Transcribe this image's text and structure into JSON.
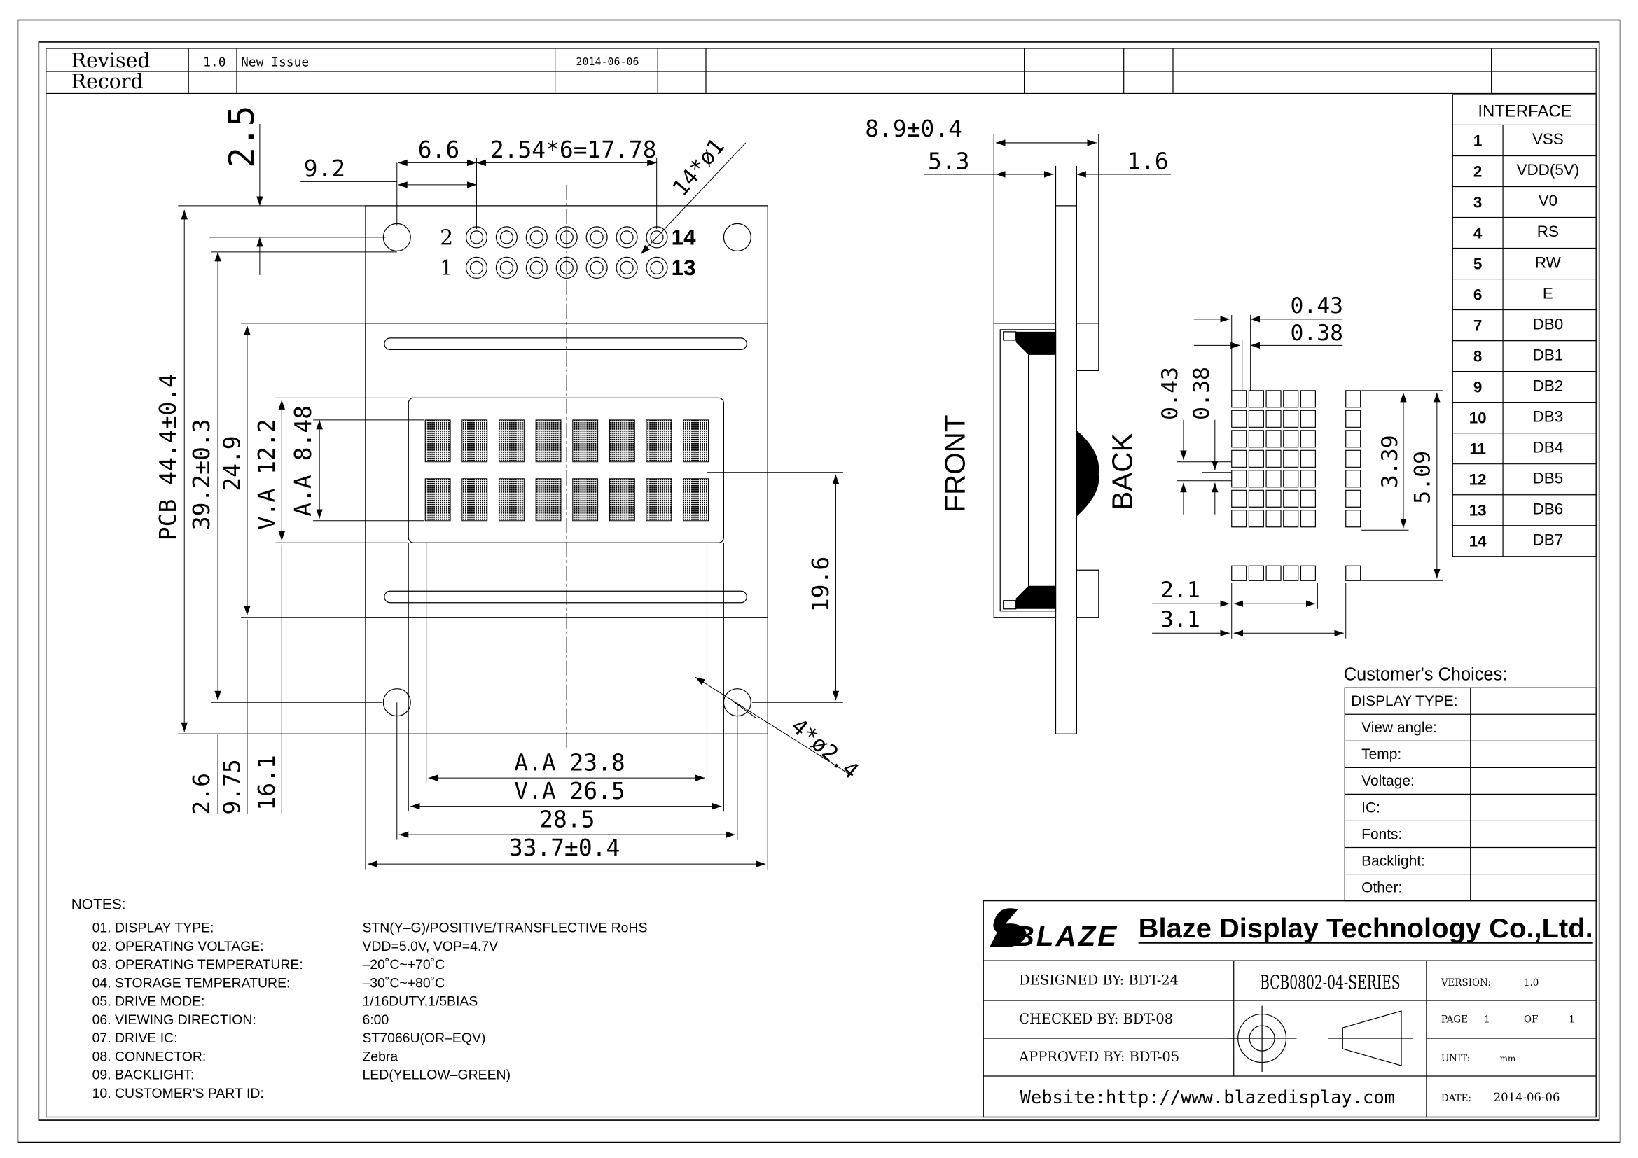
{
  "revision": {
    "heading": "Revised Record",
    "heading_line1": "Revised",
    "heading_line2": "Record",
    "version": "1.0",
    "description": "New Issue",
    "date": "2014-06-06"
  },
  "front_view": {
    "dims": {
      "top_offset": "2.5",
      "pin_offset": "9.2",
      "pin1_offset": "6.6",
      "pin_pitch": "2.54*6=17.78",
      "pin_hole": "14*ø1",
      "pcb_height": "PCB 44.4±0.4",
      "hole_pitch_v": "39.2±0.3",
      "va_height_outer": "24.9",
      "va_height": "V.A  12.2",
      "aa_height": "A.A  8.48",
      "aa_to_hole": "19.6",
      "bottom_26": "2.6",
      "bottom_975": "9.75",
      "bottom_161": "16.1",
      "mount_hole": "4*ø2.4",
      "aa_width": "A.A 23.8",
      "va_width": "V.A 26.5",
      "bezel_width": "28.5",
      "pcb_width": "33.7±0.4"
    },
    "pins": {
      "top_left": "2",
      "top_right": "14",
      "bottom_left": "1",
      "bottom_right": "13"
    },
    "display": {
      "characters_per_line": 8,
      "lines": 2
    }
  },
  "side_view": {
    "dims": {
      "overall_thickness": "8.9±0.4",
      "thickness_5_3": "5.3",
      "pcb_thickness": "1.6"
    },
    "front_label": "FRONT",
    "back_label": "BACK"
  },
  "char_detail": {
    "dims": {
      "dot_pitch_h": "0.43",
      "dot_size_h": "0.38",
      "dot_pitch_v": "0.43",
      "dot_size_v": "0.38",
      "char_height": "3.39",
      "char_height_cursor": "5.09",
      "char_width": "2.1",
      "char_pitch": "3.1"
    }
  },
  "interface": {
    "title": "INTERFACE",
    "pins": [
      {
        "no": "1",
        "name": "VSS"
      },
      {
        "no": "2",
        "name": "VDD(5V)"
      },
      {
        "no": "3",
        "name": "V0"
      },
      {
        "no": "4",
        "name": "RS"
      },
      {
        "no": "5",
        "name": "RW"
      },
      {
        "no": "6",
        "name": "E"
      },
      {
        "no": "7",
        "name": "DB0"
      },
      {
        "no": "8",
        "name": "DB1"
      },
      {
        "no": "9",
        "name": "DB2"
      },
      {
        "no": "10",
        "name": "DB3"
      },
      {
        "no": "11",
        "name": "DB4"
      },
      {
        "no": "12",
        "name": "DB5"
      },
      {
        "no": "13",
        "name": "DB6"
      },
      {
        "no": "14",
        "name": "DB7"
      }
    ]
  },
  "customer_choices": {
    "title": "Customer's  Choices:",
    "rows": [
      "DISPLAY TYPE:",
      "View angle:",
      "Temp:",
      "Voltage:",
      "IC:",
      "Fonts:",
      "Backlight:",
      "Other:"
    ]
  },
  "notes": {
    "heading": "NOTES:",
    "items": [
      {
        "label": "01.  DISPLAY  TYPE:",
        "value": "STN(Y–G)/POSITIVE/TRANSFLECTIVE RoHS"
      },
      {
        "label": "02.  OPERATING  VOLTAGE:",
        "value": "VDD=5.0V,  VOP=4.7V"
      },
      {
        "label": "03.  OPERATING  TEMPERATURE:",
        "value": "–20˚C~+70˚C"
      },
      {
        "label": "04.  STORAGE  TEMPERATURE:",
        "value": "–30˚C~+80˚C"
      },
      {
        "label": "05.  DRIVE  MODE:",
        "value": "1/16DUTY,1/5BIAS"
      },
      {
        "label": "06.  VIEWING  DIRECTION:",
        "value": "6:00"
      },
      {
        "label": "07.  DRIVE  IC:",
        "value": "ST7066U(OR–EQV)"
      },
      {
        "label": "08.  CONNECTOR:",
        "value": "Zebra"
      },
      {
        "label": "09.  BACKLIGHT:",
        "value": "LED(YELLOW–GREEN)"
      },
      {
        "label": "10.  CUSTOMER'S  PART  ID:",
        "value": ""
      }
    ]
  },
  "title_block": {
    "logo_text": "BLAZE",
    "company": "Blaze Display Technology Co.,Ltd.",
    "designed_by": "DESIGNED  BY:  BDT-24",
    "checked_by": "CHECKED  BY:   BDT-08",
    "approved_by": "APPROVED  BY:  BDT-05",
    "part_number": "BCB0802-04-SERIES",
    "website": "Website:http://www.blazedisplay.com",
    "version_label": "VERSION:",
    "version_value": "1.0",
    "page_label": "PAGE",
    "page_value": "1",
    "of_label": "OF",
    "of_value": "1",
    "unit_label": "UNIT:",
    "unit_value": "mm",
    "date_label": "DATE:",
    "date_value": "2014-06-06"
  },
  "colors": {
    "ink": "#000000",
    "paper": "#ffffff"
  }
}
